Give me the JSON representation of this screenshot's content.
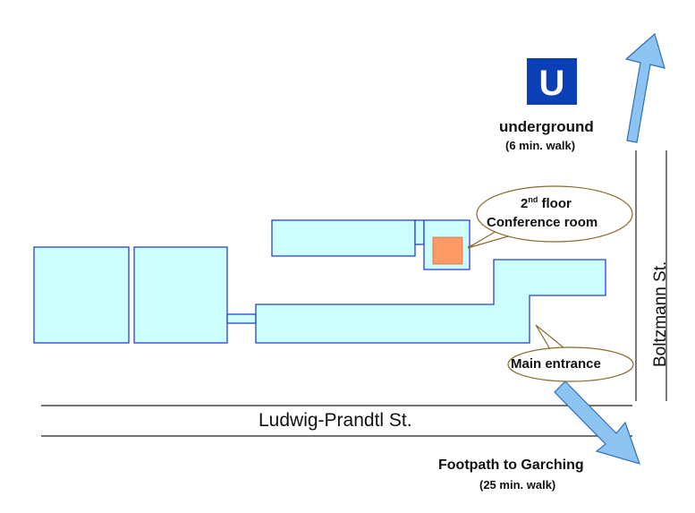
{
  "map": {
    "underground": {
      "icon_letter": "U",
      "icon_color": "#0a3fb6",
      "label": "underground",
      "walk_time": "(6 min. walk)"
    },
    "conference": {
      "floor_number": "2",
      "floor_suffix": "nd",
      "floor_word": "floor",
      "room": "Conference room",
      "room_color": "#ff9966"
    },
    "entrance": {
      "label": "Main entrance"
    },
    "streets": {
      "horizontal": "Ludwig-Prandtl St.",
      "vertical": "Boltzmann St."
    },
    "footpath": {
      "label": "Footpath to Garching",
      "walk_time": "(25 min. walk)"
    },
    "colors": {
      "building_fill": "#ccffff",
      "building_stroke": "#2a3fd6",
      "arrow_fill": "#8ec4f2"
    }
  }
}
